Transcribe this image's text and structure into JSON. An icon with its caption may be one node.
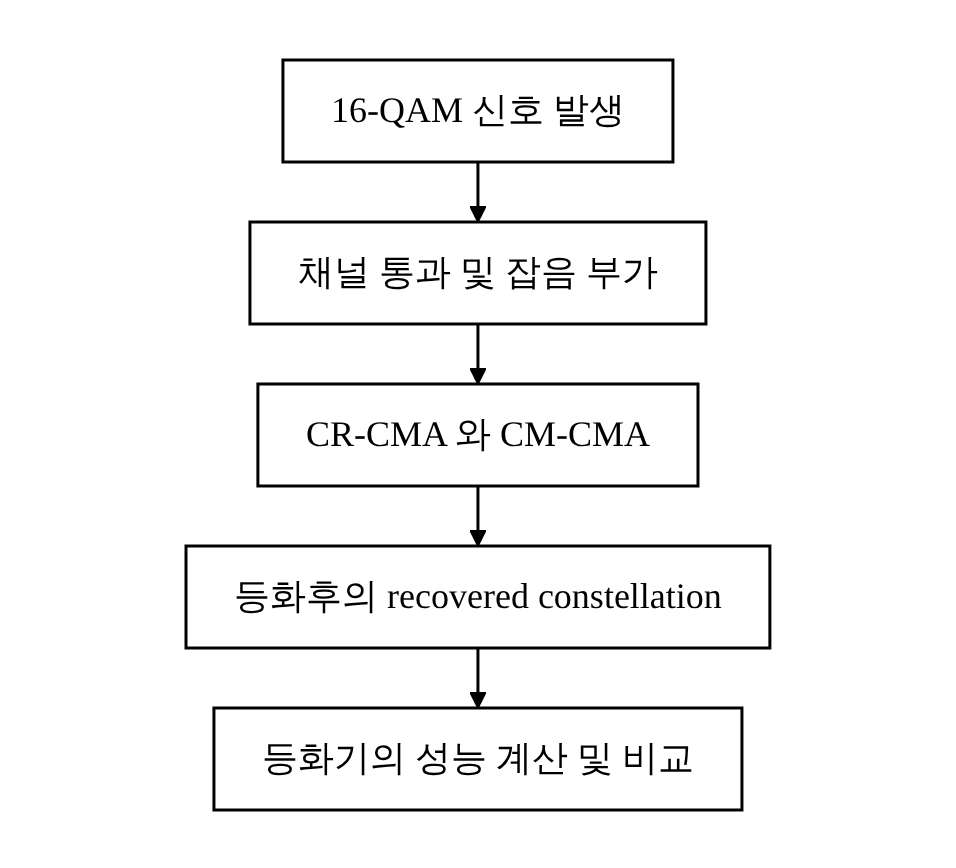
{
  "diagram": {
    "nodes": [
      {
        "text": [
          "16-QAM 신호 발생"
        ]
      },
      {
        "text": [
          "채널 통과 및 잡음 부가"
        ]
      },
      {
        "text": [
          "CR-CMA 와 CM-CMA"
        ]
      },
      {
        "text": [
          "등화후의 recovered constellation"
        ]
      },
      {
        "text": [
          "등화기의 성능 계산 및 비교"
        ]
      }
    ],
    "edges": [
      {
        "from": 0,
        "to": 1,
        "arrow": "to"
      },
      {
        "from": 1,
        "to": 2,
        "arrow": "to"
      },
      {
        "from": 2,
        "to": 3,
        "arrow": "to"
      },
      {
        "from": 3,
        "to": 4,
        "arrow": "to"
      }
    ]
  }
}
